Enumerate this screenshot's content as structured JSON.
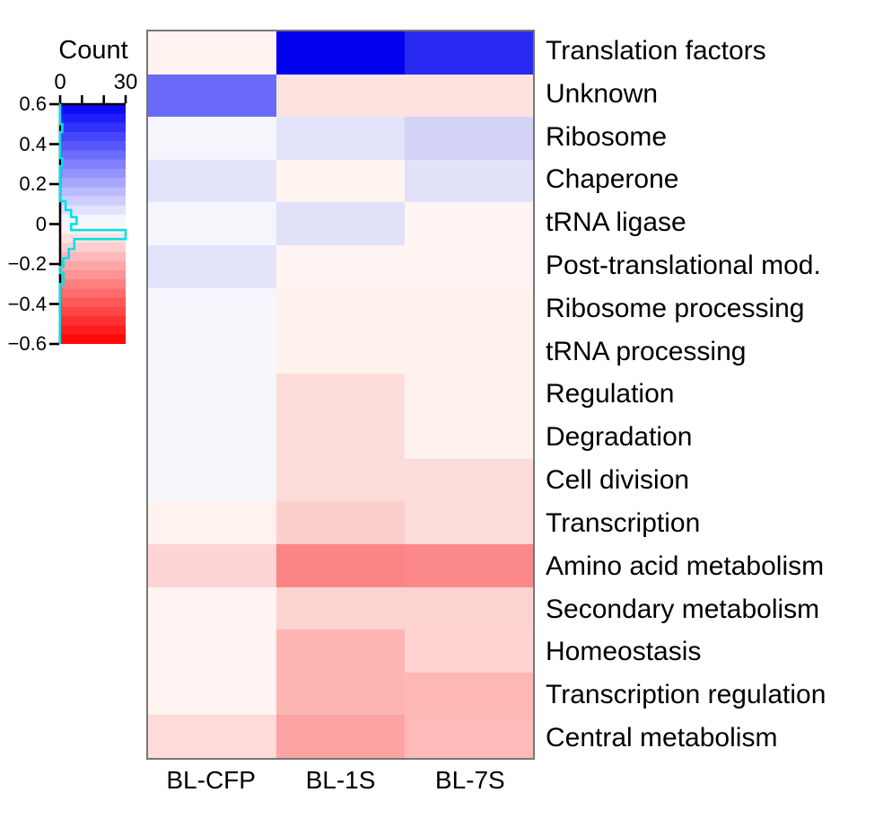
{
  "legend": {
    "x_tick_labels": [
      "0",
      "30"
    ],
    "y_tick_labels": [
      "0.6",
      "0.4",
      "0.2",
      "0",
      "−0.2",
      "−0.4",
      "−0.6"
    ]
  },
  "chart_data": [
    {
      "type": "heatmap",
      "columns": [
        "BL-CFP",
        "BL-1S",
        "BL-7S"
      ],
      "rows": [
        "Translation factors",
        "Unknown",
        "Ribosome",
        "Chaperone",
        "tRNA ligase",
        "Post-translational mod.",
        "Ribosome processing",
        "tRNA processing",
        "Regulation",
        "Degradation",
        "Cell division",
        "Transcription",
        "Amino acid metabolism",
        "Secondary metabolism",
        "Homeostasis",
        "Transcription regulation",
        "Central metabolism"
      ],
      "values": [
        [
          -0.03,
          0.6,
          0.5
        ],
        [
          0.35,
          -0.07,
          -0.07
        ],
        [
          0.02,
          0.07,
          0.1
        ],
        [
          0.07,
          -0.03,
          0.07
        ],
        [
          0.02,
          0.07,
          -0.03
        ],
        [
          0.07,
          -0.03,
          -0.03
        ],
        [
          0.02,
          -0.03,
          -0.03
        ],
        [
          0.02,
          -0.03,
          -0.03
        ],
        [
          0.02,
          -0.08,
          -0.03
        ],
        [
          0.02,
          -0.08,
          -0.03
        ],
        [
          0.02,
          -0.08,
          -0.08
        ],
        [
          -0.03,
          -0.11,
          -0.08
        ],
        [
          -0.1,
          -0.29,
          -0.28
        ],
        [
          -0.03,
          -0.1,
          -0.1
        ],
        [
          -0.03,
          -0.17,
          -0.1
        ],
        [
          -0.03,
          -0.17,
          -0.17
        ],
        [
          -0.08,
          -0.21,
          -0.16
        ]
      ],
      "colors": [
        [
          "#fff2ef",
          "#0202ef",
          "#2a2af2"
        ],
        [
          "#6a6af9",
          "#fde3df",
          "#fde3df"
        ],
        [
          "#f5f5fc",
          "#e3e3f9",
          "#d3d3f6"
        ],
        [
          "#e3e3f9",
          "#fff4f0",
          "#e1e1f8"
        ],
        [
          "#f5f5fc",
          "#e1e1f8",
          "#fff4f1"
        ],
        [
          "#e3e3f9",
          "#fff4f1",
          "#fff4f1"
        ],
        [
          "#f6f6fd",
          "#fff2ee",
          "#fff2ee"
        ],
        [
          "#f6f6fd",
          "#fff2ee",
          "#fff2ee"
        ],
        [
          "#f6f6fd",
          "#fcdcd9",
          "#fff2ee"
        ],
        [
          "#f6f6fd",
          "#fcdcd9",
          "#fff2ee"
        ],
        [
          "#f6f6fd",
          "#fcdcd9",
          "#fcdcda"
        ],
        [
          "#fff2ef",
          "#facfcc",
          "#fcdcda"
        ],
        [
          "#fcd4d3",
          "#fb8585",
          "#fb8989"
        ],
        [
          "#fff4f2",
          "#fcd3d0",
          "#fcd3d0"
        ],
        [
          "#fff4f2",
          "#fcb5b2",
          "#fed3d1"
        ],
        [
          "#fff4f2",
          "#fcb5b2",
          "#fdb7b5"
        ],
        [
          "#fddbd8",
          "#fba4a3",
          "#fdbab8"
        ]
      ],
      "color_scale": {
        "min": -0.6,
        "max": 0.6,
        "min_color": "#fc0000",
        "mid_color": "#ffffff",
        "max_color": "#0000f8"
      }
    },
    {
      "type": "histogram",
      "title": "Count",
      "orientation": "horizontal",
      "count_axis": {
        "min": 0,
        "max": 30,
        "ticks": [
          0,
          10,
          20,
          30
        ]
      },
      "value_axis": {
        "min": -0.6,
        "max": 0.6,
        "ticks": [
          0.6,
          0.4,
          0.2,
          0,
          -0.2,
          -0.4,
          -0.6
        ]
      },
      "bins": [
        {
          "from": 0.6,
          "to": 0.5,
          "count": 0
        },
        {
          "from": 0.5,
          "to": 0.46,
          "count": 1
        },
        {
          "from": 0.46,
          "to": 0.33,
          "count": 0
        },
        {
          "from": 0.33,
          "to": 0.29,
          "count": 1
        },
        {
          "from": 0.29,
          "to": 0.115,
          "count": 0
        },
        {
          "from": 0.115,
          "to": 0.07,
          "count": 2.5
        },
        {
          "from": 0.07,
          "to": 0.035,
          "count": 5
        },
        {
          "from": 0.035,
          "to": 0.0,
          "count": 7.5
        },
        {
          "from": 0.0,
          "to": -0.03,
          "count": 5
        },
        {
          "from": -0.03,
          "to": -0.075,
          "count": 30
        },
        {
          "from": -0.075,
          "to": -0.125,
          "count": 6.5
        },
        {
          "from": -0.125,
          "to": -0.17,
          "count": 4
        },
        {
          "from": -0.17,
          "to": -0.215,
          "count": 1.5
        },
        {
          "from": -0.215,
          "to": -0.245,
          "count": 0
        },
        {
          "from": -0.245,
          "to": -0.3,
          "count": 1.5
        },
        {
          "from": -0.3,
          "to": -0.6,
          "count": 0
        }
      ],
      "line_color": "#00e2e8",
      "colorbar": {
        "top": "#0000f8",
        "mid": "#ffffff",
        "bottom": "#fc0000",
        "steps": 26
      }
    }
  ]
}
